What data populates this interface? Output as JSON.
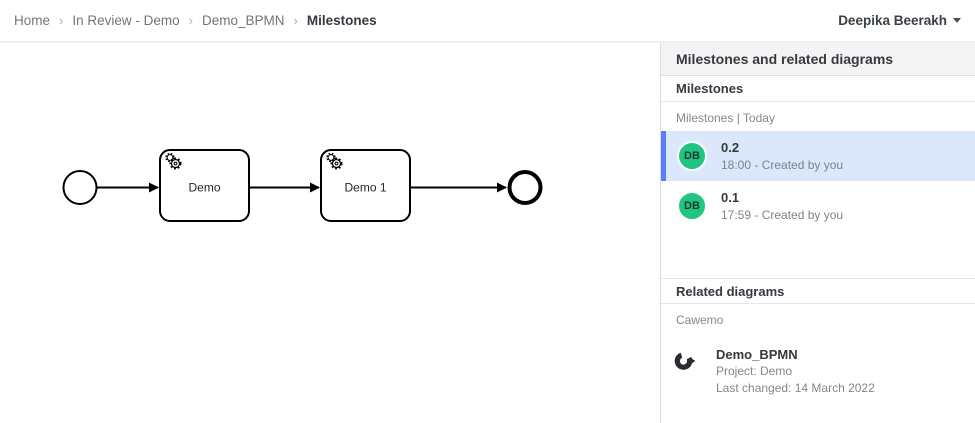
{
  "breadcrumb": {
    "separator": "›",
    "items": [
      {
        "label": "Home"
      },
      {
        "label": "In Review - Demo"
      },
      {
        "label": "Demo_BPMN"
      },
      {
        "label": "Milestones"
      }
    ]
  },
  "user_menu": {
    "name": "Deepika Beerakh"
  },
  "diagram": {
    "type": "bpmn",
    "elements": [
      {
        "id": "start",
        "type": "start-event"
      },
      {
        "id": "task1",
        "type": "service-task",
        "label": "Demo"
      },
      {
        "id": "task2",
        "type": "service-task",
        "label": "Demo 1"
      },
      {
        "id": "end",
        "type": "end-event"
      }
    ],
    "flows": [
      [
        "start",
        "task1"
      ],
      [
        "task1",
        "task2"
      ],
      [
        "task2",
        "end"
      ]
    ],
    "labels": {
      "task1": "Demo",
      "task2": "Demo 1"
    }
  },
  "panel": {
    "title": "Milestones and related diagrams",
    "milestones_section": {
      "title": "Milestones",
      "group_label": "Milestones | Today",
      "items": [
        {
          "avatar": "DB",
          "version": "0.2",
          "meta": "18:00 - Created by you",
          "selected": true
        },
        {
          "avatar": "DB",
          "version": "0.1",
          "meta": "17:59 - Created by you",
          "selected": false
        }
      ]
    },
    "related_section": {
      "title": "Related diagrams",
      "group_label": "Cawemo",
      "items": [
        {
          "icon": "cawemo-logo",
          "name": "Demo_BPMN",
          "project": "Project: Demo",
          "last_changed": "Last changed: 14 March 2022"
        }
      ]
    }
  },
  "colors": {
    "accent_blue": "#5b7df5",
    "selected_row_bg": "#dbe7fb",
    "avatar_green": "#21c582",
    "panel_header_bg": "#f4f4f4",
    "text_dark": "#343a40",
    "text_gray": "#7b838b"
  }
}
